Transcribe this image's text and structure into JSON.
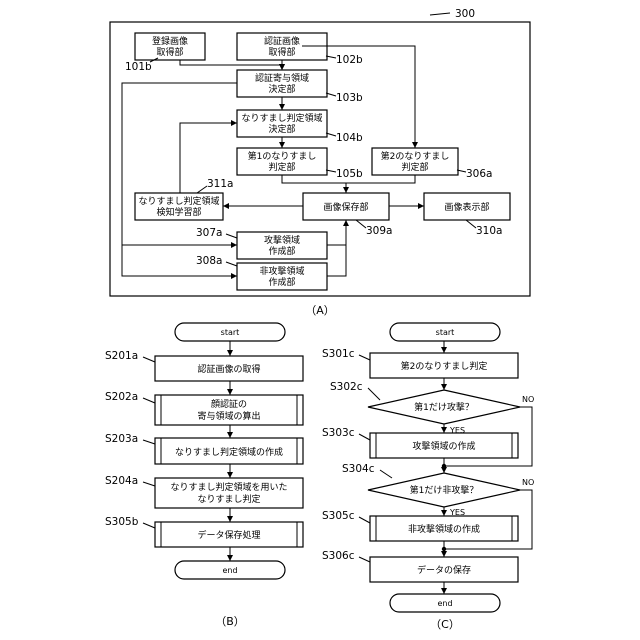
{
  "panel_a": {
    "frame_label": "300",
    "boxes": {
      "reg_acq": [
        "登録画像",
        "取得部"
      ],
      "auth_acq": [
        "認証画像",
        "取得部"
      ],
      "contrib": [
        "認証寄与領域",
        "決定部"
      ],
      "spoof_det": [
        "なりすまし判定領域",
        "決定部"
      ],
      "first_judge": [
        "第1のなりすまし",
        "判定部"
      ],
      "second_judge": [
        "第2のなりすまし",
        "判定部"
      ],
      "learning": [
        "なりすまし判定領域",
        "検知学習部"
      ],
      "storage": [
        "画像保存部"
      ],
      "display": [
        "画像表示部"
      ],
      "attack": [
        "攻撃領域",
        "作成部"
      ],
      "nonattack": [
        "非攻撃領域",
        "作成部"
      ]
    },
    "refs": {
      "r101b": "101b",
      "r102b": "102b",
      "r103b": "103b",
      "r104b": "104b",
      "r105b": "105b",
      "r306a": "306a",
      "r311a": "311a",
      "r309a": "309a",
      "r310a": "310a",
      "r307a": "307a",
      "r308a": "308a"
    },
    "caption": "（A）"
  },
  "panel_b": {
    "start": "start",
    "end": "end",
    "steps": [
      {
        "label": "S201a",
        "lines": [
          "認証画像の取得"
        ]
      },
      {
        "label": "S202a",
        "lines": [
          "顔認証の",
          "寄与領域の算出"
        ]
      },
      {
        "label": "S203a",
        "lines": [
          "なりすまし判定領域の作成"
        ]
      },
      {
        "label": "S204a",
        "lines": [
          "なりすまし判定領域を用いた",
          "なりすまし判定"
        ]
      },
      {
        "label": "S305b",
        "lines": [
          "データ保存処理"
        ]
      }
    ],
    "caption": "（B）"
  },
  "panel_c": {
    "start": "start",
    "end": "end",
    "step1": {
      "label": "S301c",
      "text": "第2のなりすまし判定"
    },
    "dec1": {
      "label": "S302c",
      "text": "第1だけ攻撃？"
    },
    "step3": {
      "label": "S303c",
      "text": "攻撃領域の作成"
    },
    "dec2": {
      "label": "S304c",
      "text": "第1だけ非攻撃？"
    },
    "step5": {
      "label": "S305c",
      "text": "非攻撃領域の作成"
    },
    "step6": {
      "label": "S306c",
      "text": "データの保存"
    },
    "yes": "YES",
    "no": "NO",
    "caption": "（C）"
  }
}
